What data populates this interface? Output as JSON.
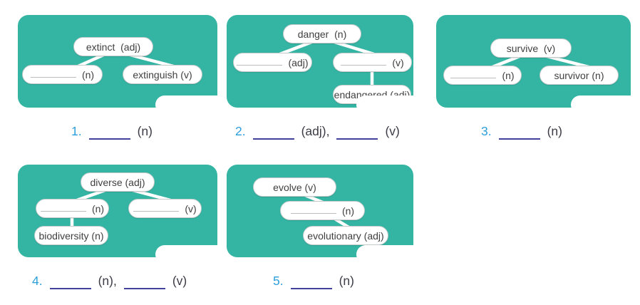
{
  "colors": {
    "card_teal": "#34b5a4",
    "answer_number_blue": "#2d9fdb",
    "answer_blank_indigo": "#42419d",
    "node_text": "#3f3f3f",
    "node_blank_gray": "#b9bdbd",
    "background": "#ffffff"
  },
  "cards": [
    {
      "id": 1,
      "nodes": [
        {
          "type": "word",
          "label": "extinct  (adj)"
        },
        {
          "type": "blank",
          "pos": "(n)"
        },
        {
          "type": "word",
          "label": "extinguish (v)"
        }
      ]
    },
    {
      "id": 2,
      "nodes": [
        {
          "type": "word",
          "label": "danger  (n)"
        },
        {
          "type": "blank",
          "pos": "(adj)"
        },
        {
          "type": "blank",
          "pos": "(v)"
        },
        {
          "type": "word",
          "label": "endangered (adj)"
        }
      ]
    },
    {
      "id": 3,
      "nodes": [
        {
          "type": "word",
          "label": "survive  (v)"
        },
        {
          "type": "blank",
          "pos": "(n)"
        },
        {
          "type": "word",
          "label": "survivor (n)"
        }
      ]
    },
    {
      "id": 4,
      "nodes": [
        {
          "type": "word",
          "label": "diverse (adj)"
        },
        {
          "type": "blank",
          "pos": "(n)"
        },
        {
          "type": "blank",
          "pos": "(v)"
        },
        {
          "type": "word",
          "label": "biodiversity (n)"
        }
      ]
    },
    {
      "id": 5,
      "nodes": [
        {
          "type": "word",
          "label": "evolve (v)"
        },
        {
          "type": "blank",
          "pos": "(n)"
        },
        {
          "type": "word",
          "label": "evolutionary (adj)"
        }
      ]
    }
  ],
  "answers": [
    {
      "number": "1.",
      "segments": [
        {
          "blank": true
        },
        {
          "text": "(n)"
        }
      ]
    },
    {
      "number": "2.",
      "segments": [
        {
          "blank": true
        },
        {
          "text": "(adj),"
        },
        {
          "blank": true
        },
        {
          "text": "(v)"
        }
      ]
    },
    {
      "number": "3.",
      "segments": [
        {
          "blank": true
        },
        {
          "text": "(n)"
        }
      ]
    },
    {
      "number": "4.",
      "segments": [
        {
          "blank": true
        },
        {
          "text": "(n),"
        },
        {
          "blank": true
        },
        {
          "text": "(v)"
        }
      ]
    },
    {
      "number": "5.",
      "segments": [
        {
          "blank": true
        },
        {
          "text": "(n)"
        }
      ]
    }
  ]
}
